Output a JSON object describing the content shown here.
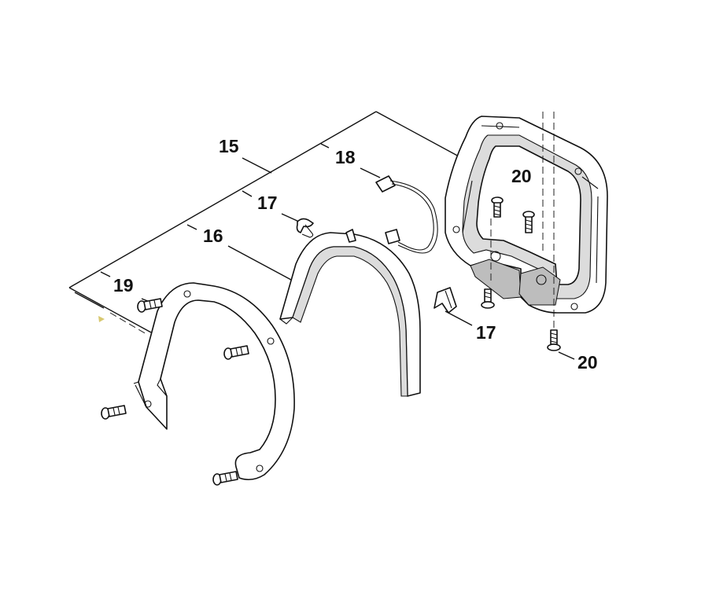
{
  "callouts": {
    "c15": "15",
    "c16": "16",
    "c17a": "17",
    "c17b": "17",
    "c18": "18",
    "c19": "19",
    "c20a": "20",
    "c20b": "20"
  },
  "colors": {
    "line": "#111111",
    "background": "#ffffff",
    "shade": "#dcdcdc"
  }
}
